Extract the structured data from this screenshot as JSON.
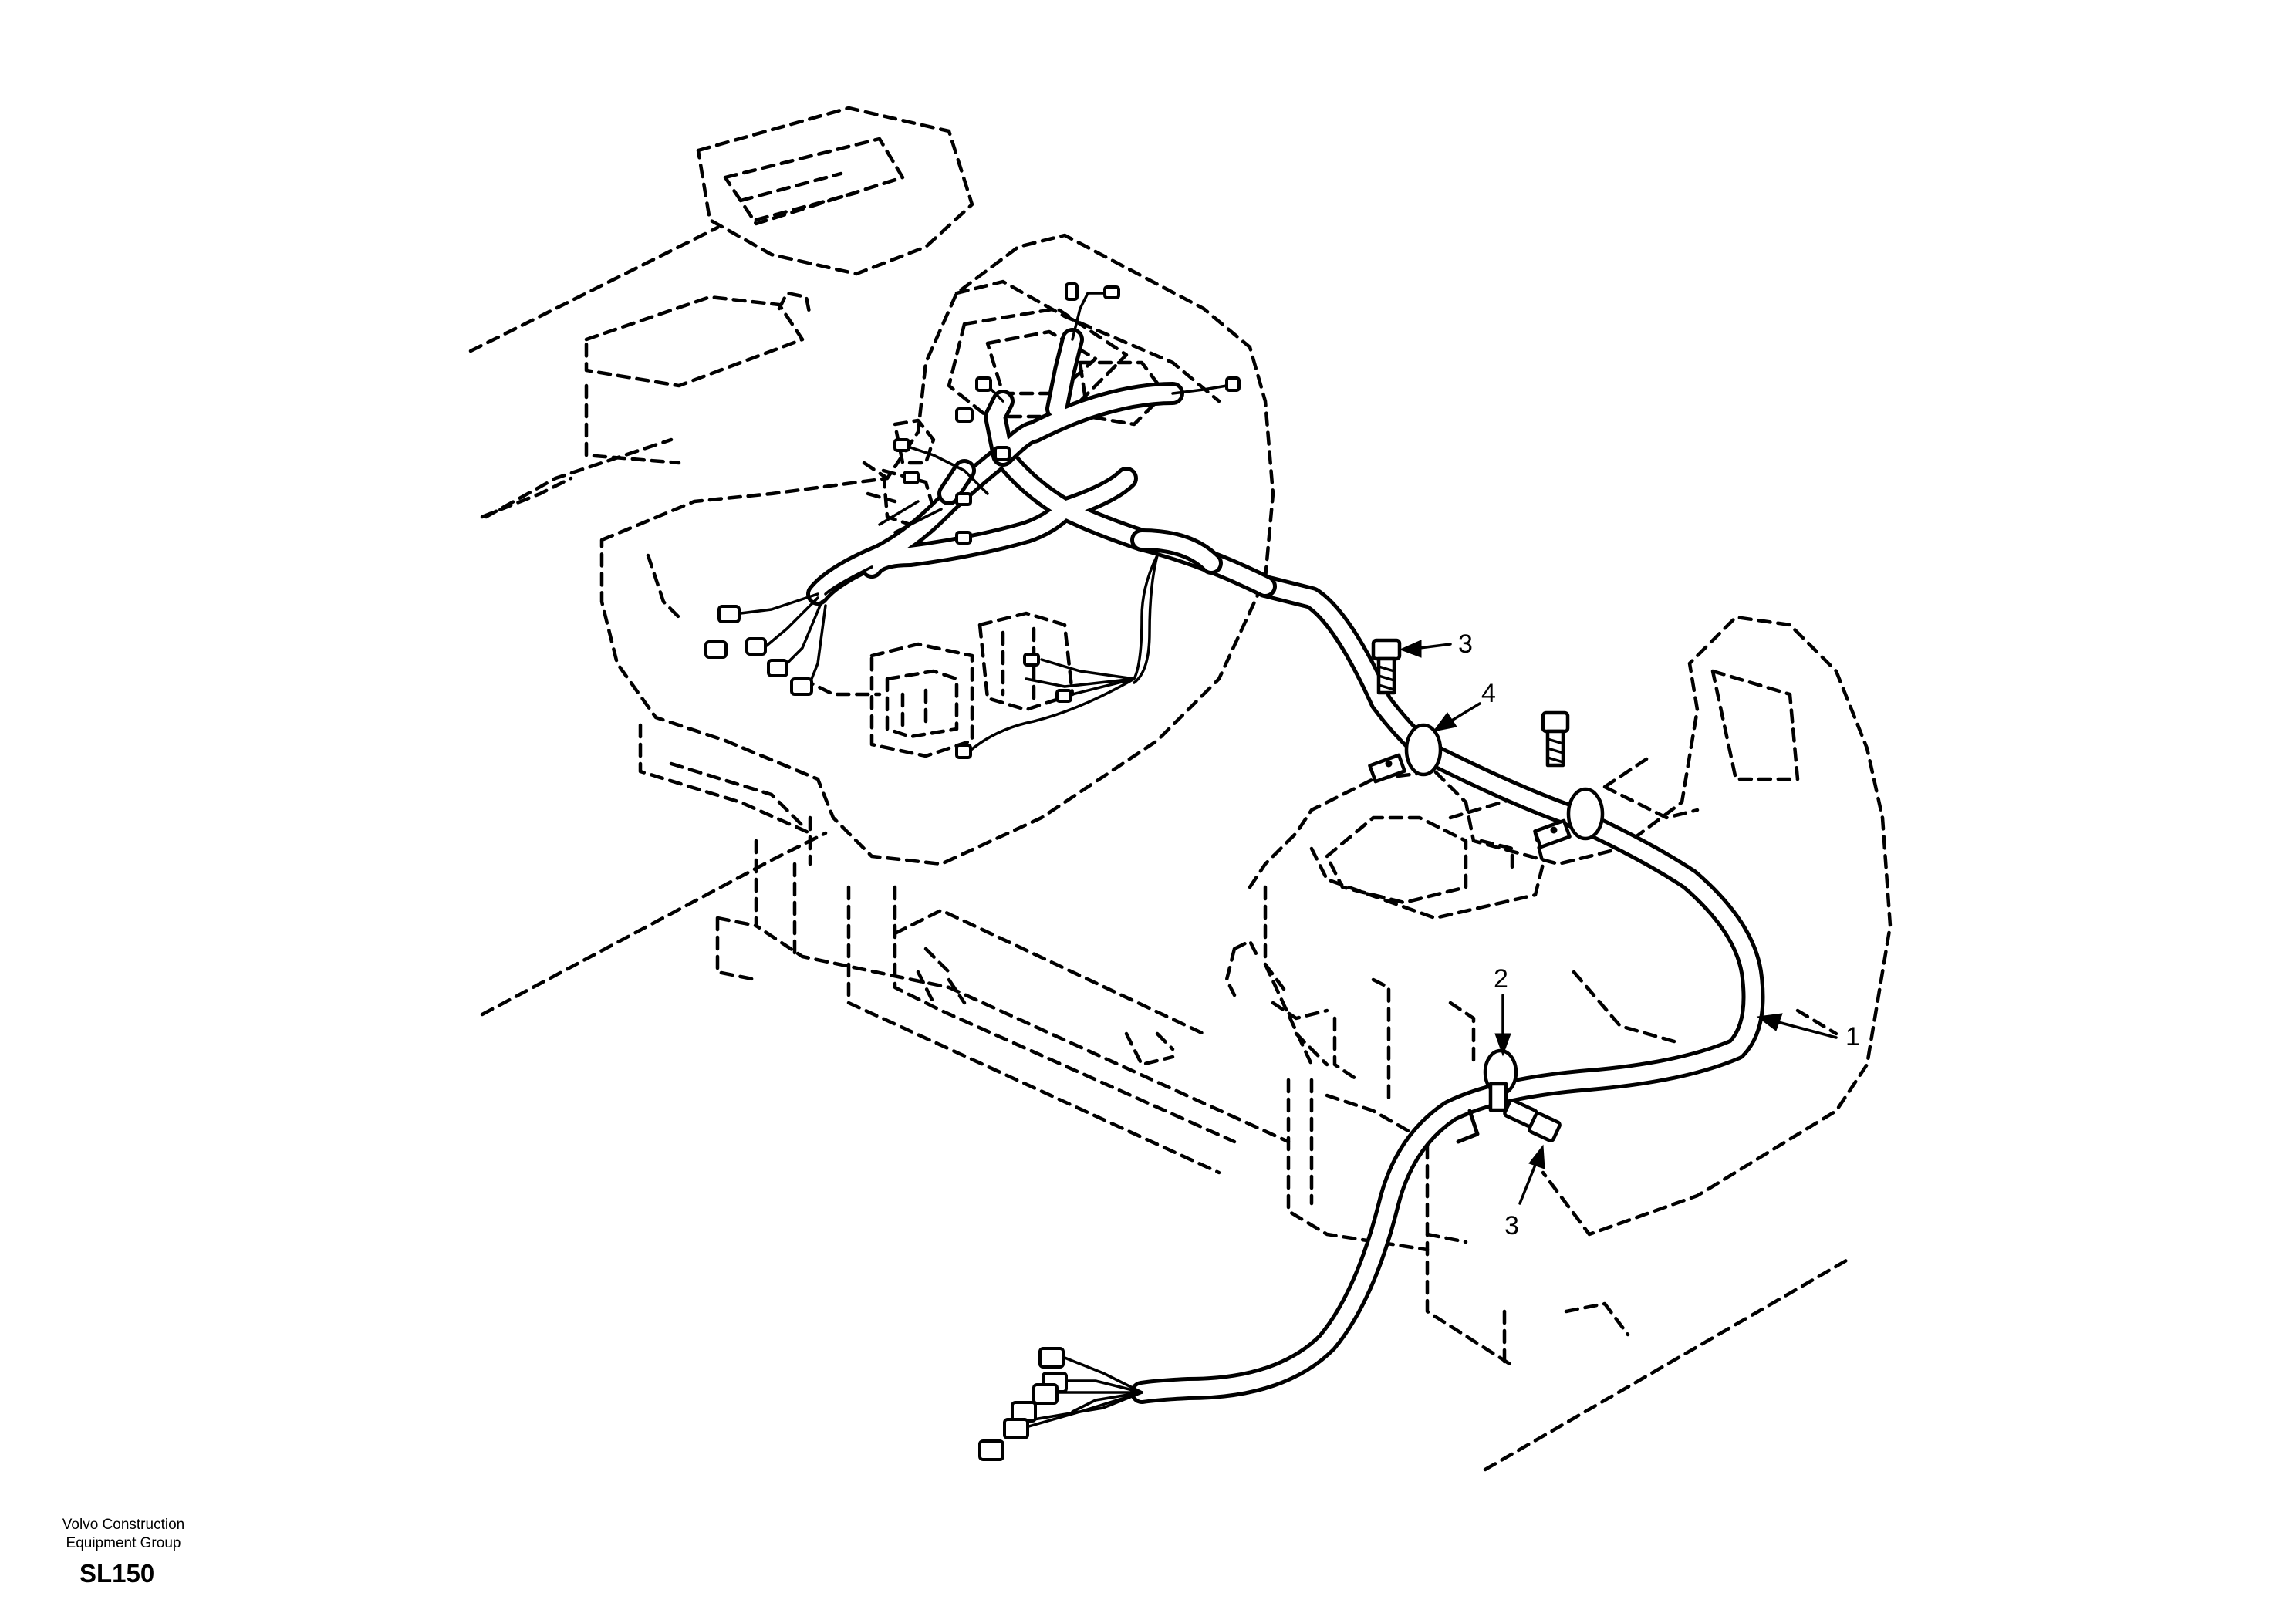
{
  "callouts": [
    {
      "label": "1",
      "part": "wire-harness"
    },
    {
      "label": "2",
      "part": "clamp"
    },
    {
      "label": "3",
      "part": "screw"
    },
    {
      "label": "3",
      "part": "screw"
    },
    {
      "label": "4",
      "part": "clamp"
    }
  ],
  "footer": {
    "company_line1": "Volvo Construction",
    "company_line2": "Equipment Group",
    "drawing_code": "SL150"
  }
}
